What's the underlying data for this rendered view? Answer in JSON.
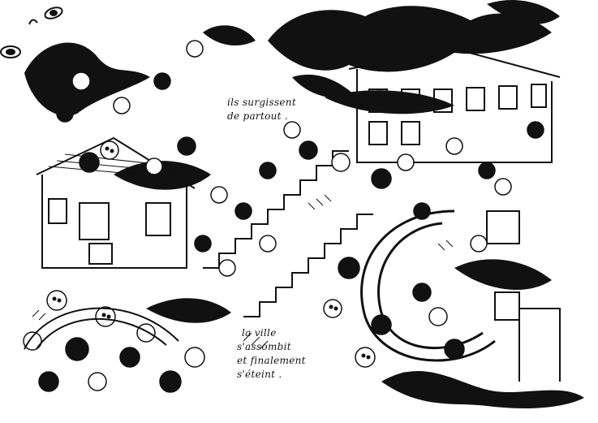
{
  "caption_top": {
    "line1": "ils surgissent",
    "line2": "de partout ."
  },
  "caption_bottom": {
    "line1": "la ville",
    "line2": "s'assombit",
    "line3": "et finalement",
    "line4": "s'éteint ."
  },
  "colors": {
    "ink": "#111111",
    "paper": "#ffffff"
  }
}
